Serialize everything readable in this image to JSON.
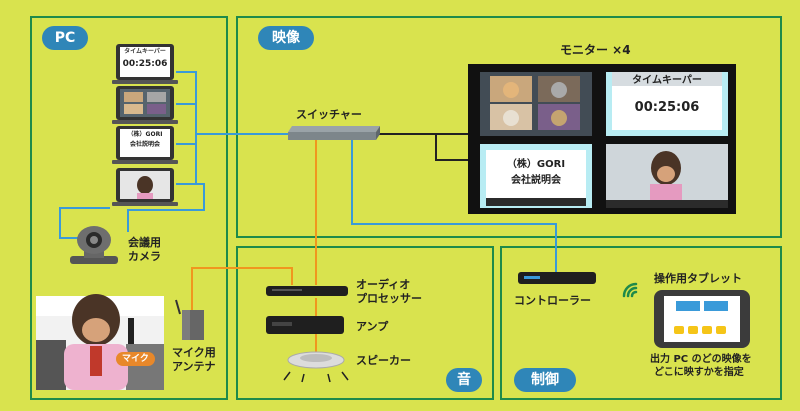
{
  "sections": {
    "pc": "PC",
    "video": "映像",
    "sound": "音",
    "control": "制御"
  },
  "laptops": {
    "timekeeper_header": "タイムキーパー",
    "timer": "00:25:06",
    "company": "（株）GORI",
    "briefing": "会社説明会"
  },
  "camera_label": [
    "会議用",
    "カメラ"
  ],
  "switcher_label": "スイッチャー",
  "monitors": {
    "title": "モニター ×4",
    "timekeeper_header": "タイムキーパー",
    "timer": "00:25:06",
    "company": "（株）GORI",
    "briefing": "会社説明会"
  },
  "audio": {
    "processor": [
      "オーディオ",
      "プロセッサー"
    ],
    "amp": "アンプ",
    "speaker": "スピーカー"
  },
  "mic_badge": "マイク",
  "mic_antenna_label": [
    "マイク用",
    "アンテナ"
  ],
  "controller_label": "コントローラー",
  "tablet": {
    "title": "操作用タブレット",
    "caption": [
      "出力 PC のどの映像を",
      "どこに映すかを指定"
    ]
  },
  "colors": {
    "background": "#d9e34e",
    "border": "#1f8a4a",
    "pill": "#2f86b8",
    "video_line": "#3a9ad9",
    "audio_line": "#f0961e",
    "control_line": "#3a9ad9",
    "monitor_line": "#222222"
  }
}
